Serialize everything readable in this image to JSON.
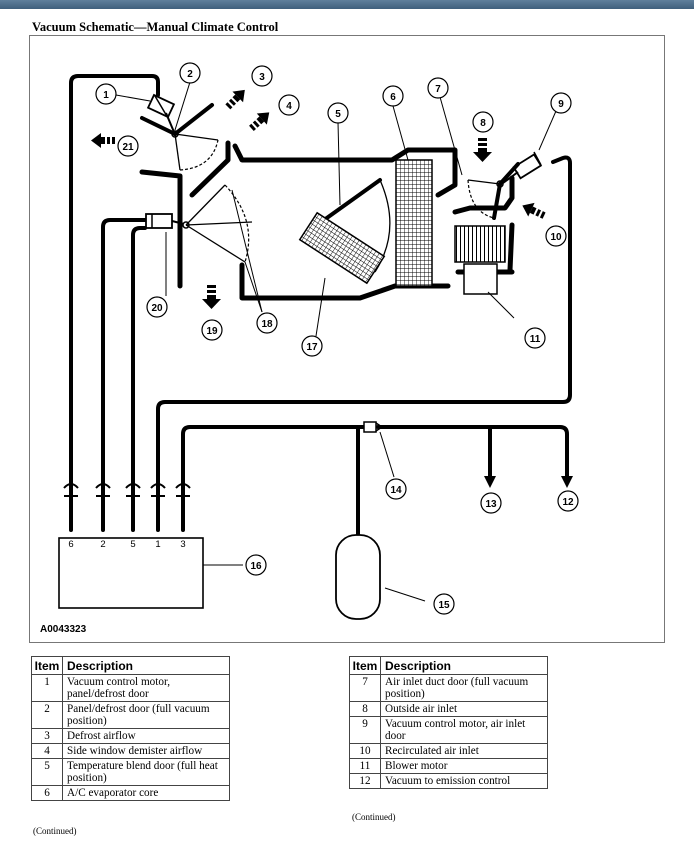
{
  "page_title": "Vacuum Schematic—Manual Climate Control",
  "figure_code": "A0043323",
  "callouts": [
    "1",
    "2",
    "3",
    "4",
    "5",
    "6",
    "7",
    "8",
    "9",
    "10",
    "11",
    "12",
    "13",
    "14",
    "15",
    "16",
    "17",
    "18",
    "19",
    "20",
    "21"
  ],
  "port_labels": [
    "6",
    "2",
    "5",
    "1",
    "3"
  ],
  "table_left": {
    "header_item": "Item",
    "header_desc": "Description",
    "rows": [
      {
        "item": "1",
        "desc": "Vacuum control motor, panel/defrost door"
      },
      {
        "item": "2",
        "desc": "Panel/defrost door (full vacuum position)"
      },
      {
        "item": "3",
        "desc": "Defrost airflow"
      },
      {
        "item": "4",
        "desc": "Side window demister airflow"
      },
      {
        "item": "5",
        "desc": "Temperature blend door (full heat position)"
      },
      {
        "item": "6",
        "desc": "A/C evaporator core"
      }
    ],
    "continued": "(Continued)"
  },
  "table_right": {
    "header_item": "Item",
    "header_desc": "Description",
    "rows": [
      {
        "item": "7",
        "desc": "Air inlet duct door (full vacuum position)"
      },
      {
        "item": "8",
        "desc": "Outside air inlet"
      },
      {
        "item": "9",
        "desc": "Vacuum control motor, air inlet door"
      },
      {
        "item": "10",
        "desc": "Recirculated air inlet"
      },
      {
        "item": "11",
        "desc": "Blower motor"
      },
      {
        "item": "12",
        "desc": "Vacuum to emission control"
      }
    ],
    "continued": "(Continued)"
  }
}
